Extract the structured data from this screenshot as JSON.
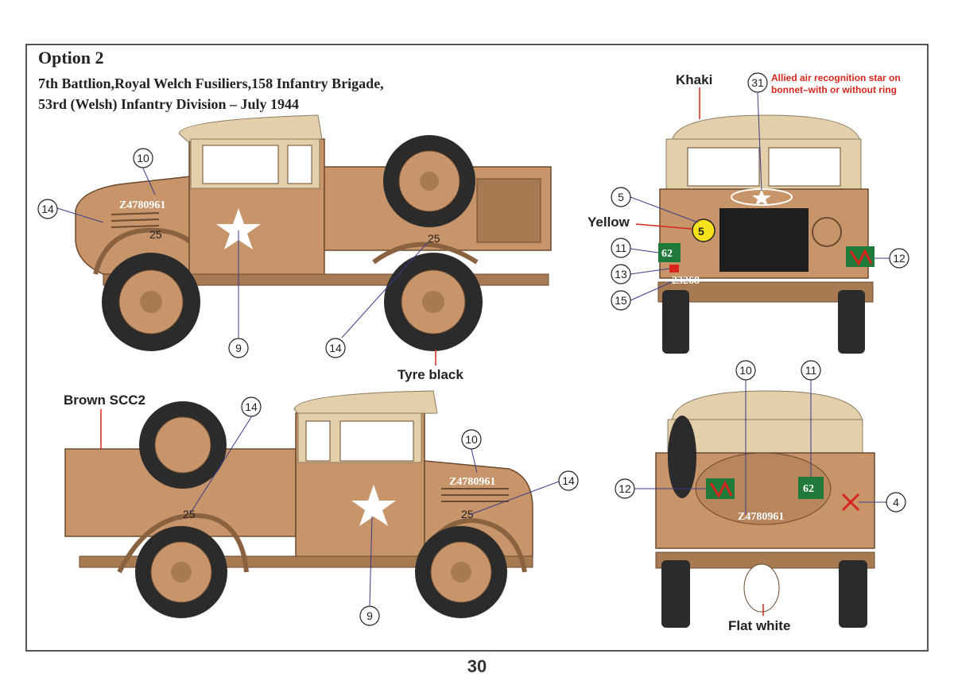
{
  "header": {
    "option": "Option 2",
    "unit_line1": "7th Battlion,Royal Welch Fusiliers,158 Infantry Brigade,",
    "unit_line2": "53rd (Welsh) Infantry Division – July 1944"
  },
  "labels": {
    "khaki": "Khaki",
    "yellow": "Yellow",
    "tyre": "Tyre black",
    "brown": "Brown SCC2",
    "flat_white": "Flat white",
    "star_note_1": "Allied air recognition star on",
    "star_note_2": "bonnet–with or without ring"
  },
  "callouts": {
    "c10": "10",
    "c14": "14",
    "c9": "9",
    "c5": "5",
    "c11": "11",
    "c13": "13",
    "c15": "15",
    "c12": "12",
    "c31": "31",
    "c4": "4",
    "c25": "25"
  },
  "markings": {
    "census": "Z4780961",
    "front_census": "23268",
    "unit_number": "62",
    "bridge_class": "5"
  },
  "colors": {
    "body": "#c8956a",
    "body_dark": "#a87a52",
    "canvas": "#e3cfa9",
    "tyre": "#2b2b2b",
    "sign_green": "#1f7a3a",
    "red": "#d8261c",
    "yellow": "#f6e21a"
  },
  "page_number": "30"
}
